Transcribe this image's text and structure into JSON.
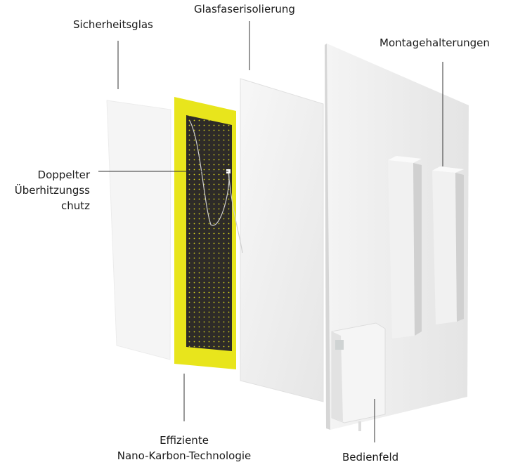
{
  "labels": {
    "safety_glass": "Sicherheitsglas",
    "glass_fiber": "Glasfaserisolierung",
    "mounting": "Montagehalterungen",
    "overheat_line1": "Doppelter",
    "overheat_line2": "Überhitzungss",
    "overheat_line3": "chutz",
    "nano_line1": "Effiziente",
    "nano_line2": "Nano-Karbon-Technologie",
    "control_panel": "Bedienfeld"
  },
  "colors": {
    "yellow_frame": "#e8e51c",
    "carbon": "#2e2b28",
    "panel": "#ececec",
    "line": "#333333"
  }
}
